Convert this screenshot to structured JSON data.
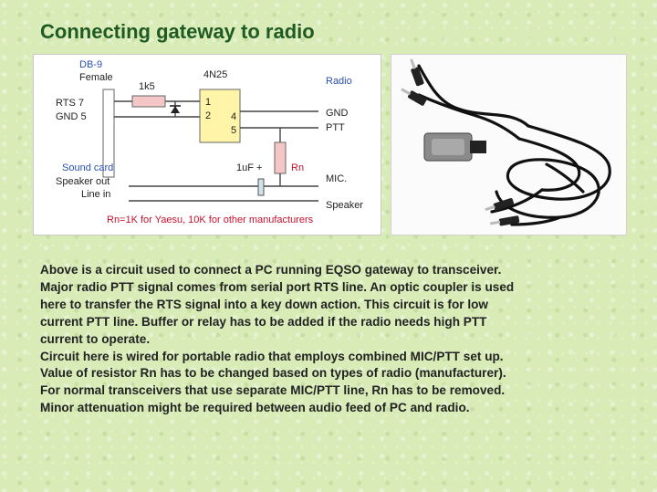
{
  "title": "Connecting gateway to radio",
  "diagram": {
    "db9_line1": "DB-9",
    "db9_line2": "Female",
    "resistor_label": "1k5",
    "optocoupler_label": "4N25",
    "radio_label": "Radio",
    "rts_label": "RTS  7",
    "gnd5_label": "GND 5",
    "pin1": "1",
    "pin2": "2",
    "pin4": "4",
    "pin5": "5",
    "gnd_label": "GND",
    "ptt_label": "PTT",
    "sound_card_label": "Sound card",
    "speaker_out_label": "Speaker out",
    "line_in_label": "Line in",
    "cap_label": "1uF +",
    "rn_label": "Rn",
    "mic_label": "MIC.",
    "speaker_label": "Speaker",
    "note": "Rn=1K for Yaesu, 10K for other manufacturers"
  },
  "paragraphs": [
    "Above is a circuit used to connect a PC running EQSO gateway to transceiver.",
    "Major radio PTT signal comes from serial port RTS line. An optic coupler is used",
    "here to transfer the RTS signal into a key down action. This circuit is for low",
    "current PTT line. Buffer or relay has to be added if the radio needs high PTT",
    "current to operate.",
    "Circuit here is wired for portable radio that employs combined MIC/PTT set up.",
    "Value of resistor Rn has to be changed based on types of radio (manufacturer).",
    "For normal transceivers that use separate MIC/PTT line, Rn has to be removed.",
    "Minor attenuation might be required between audio feed of PC and radio."
  ],
  "colors": {
    "background": "#d9ecb8",
    "title": "#1f5a23",
    "label_blue": "#2a4fb0",
    "label_red": "#c8102e",
    "resistor_fill": "#f4c6c6",
    "optocoupler_fill": "#fff4a8"
  }
}
